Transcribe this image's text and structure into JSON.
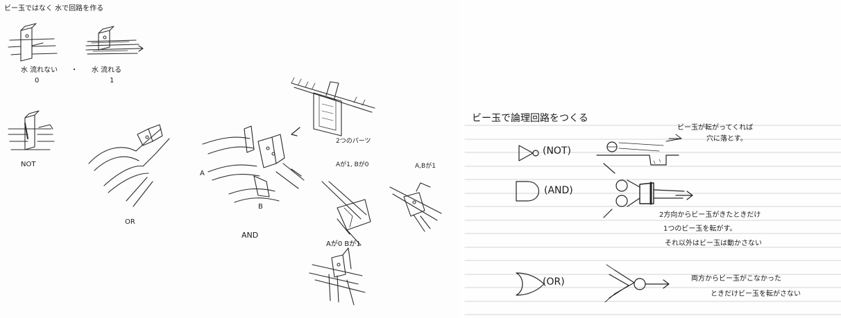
{
  "left_page": {
    "heading": "ビー玉ではなく 水で回路を作る",
    "gate_off_label": "水 流れない",
    "gate_off_value": "0",
    "separator_dot": "・",
    "gate_on_label": "水 流れる",
    "gate_on_value": "1",
    "not_label": "NOT",
    "or_label": "OR",
    "input_a_label": "A",
    "input_b_label": "B",
    "and_label": "AND",
    "two_parts_label": "2つのパーツ",
    "case_a1_b0": "Aが1, Bが0",
    "case_ab1": "A,Bが1",
    "case_a0_b1": "Aが0 Bが1"
  },
  "right_page": {
    "title": "ビー玉で論理回路をつくる",
    "not_gate_label": "(NOT)",
    "not_note_line1": "ビー玉が転がってくれば",
    "not_note_line2": "穴に落とす。",
    "and_gate_label": "(AND)",
    "and_note_line1": "2方向からビー玉がきたときだけ",
    "and_note_line2": "1つのビー玉を転がす。",
    "and_note_line3": "それ以外はビー玉は動かさない",
    "or_gate_label": "(OR)",
    "or_note_line1": "両方からビー玉がこなかった",
    "or_note_line2": "ときだけビー玉を転がさない"
  }
}
